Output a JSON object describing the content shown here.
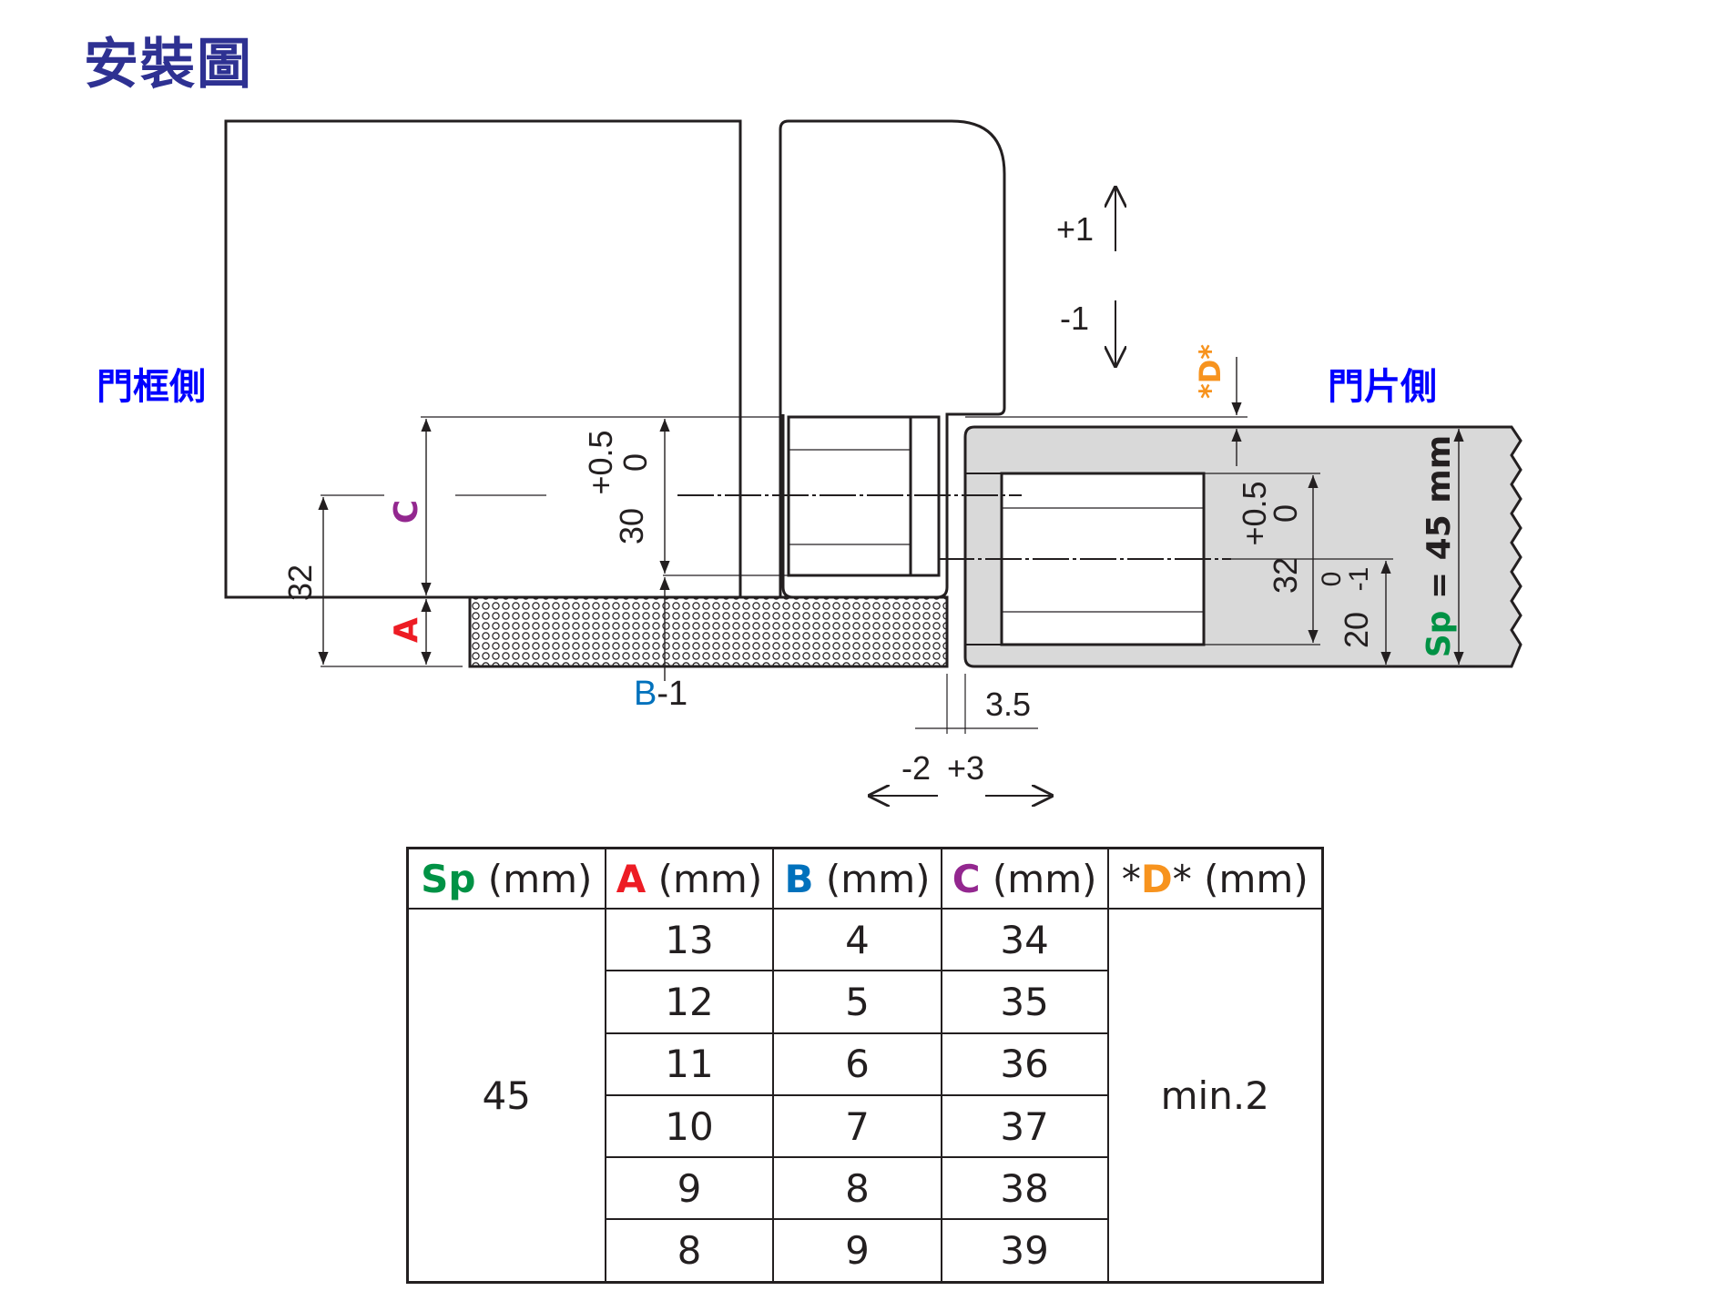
{
  "title": "安裝圖",
  "labels": {
    "frame_side": "門框側",
    "door_side": "門片側"
  },
  "dimensions": {
    "plus1": "+1",
    "minus1": "-1",
    "d_star": "*D*",
    "sp_prefix": "Sp",
    "sp_value": "= 45 mm",
    "c": "C",
    "a": "A",
    "b": "B",
    "b_suffix": "-1",
    "dim32_left": "32",
    "tol_top": "+0.5",
    "tol_zero": "0",
    "dim30": "30",
    "tol2_top": "+0.5",
    "tol2_zero": "0",
    "dim32_right": "32",
    "tol3_zero": "0",
    "tol3_minus": "-1",
    "dim20": "20",
    "dim3_5": "3.5",
    "minus2": "-2",
    "plus3": "+3"
  },
  "colors": {
    "title": "#2e3192",
    "side_label": "#0000ff",
    "sp": "#009245",
    "a": "#ed1c24",
    "b": "#0071bc",
    "c": "#93278f",
    "d": "#f7931e",
    "door_fill": "#d9d9d9"
  },
  "table": {
    "headers": [
      {
        "key": "Sp",
        "unit": " (mm)"
      },
      {
        "key": "A",
        "unit": " (mm)"
      },
      {
        "key": "B",
        "unit": " (mm)"
      },
      {
        "key": "C",
        "unit": " (mm)"
      },
      {
        "key": "D",
        "prefix": "*",
        "suffix": "*",
        "unit": " (mm)"
      }
    ],
    "sp_value": "45",
    "d_value": "min.2",
    "rows": [
      {
        "a": "13",
        "b": "4",
        "c": "34"
      },
      {
        "a": "12",
        "b": "5",
        "c": "35"
      },
      {
        "a": "11",
        "b": "6",
        "c": "36"
      },
      {
        "a": "10",
        "b": "7",
        "c": "37"
      },
      {
        "a": "9",
        "b": "8",
        "c": "38"
      },
      {
        "a": "8",
        "b": "9",
        "c": "39"
      }
    ]
  }
}
